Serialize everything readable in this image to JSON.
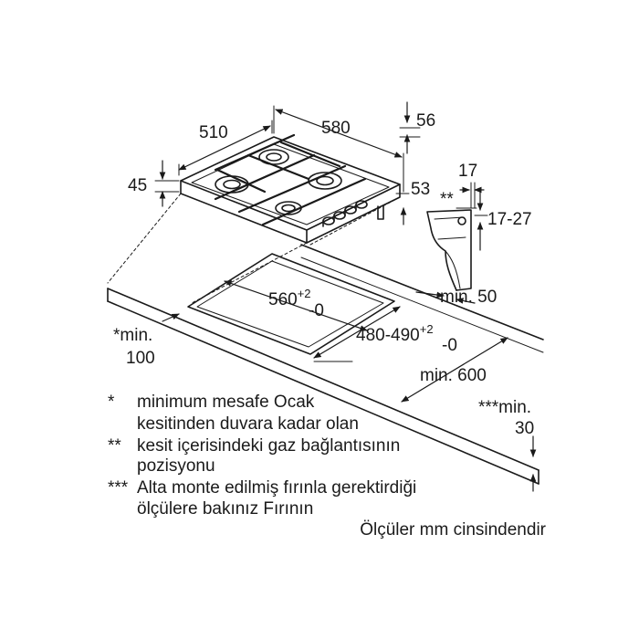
{
  "dimensions": {
    "hob_width": "510",
    "hob_depth": "580",
    "height_56": "56",
    "height_45": "45",
    "height_53": "53",
    "side_17": "17",
    "side_17_27": "17-27",
    "gas_mark": "**",
    "min_50": "min. 50",
    "cutout_width": "560",
    "cutout_width_tol_plus": "+2",
    "cutout_width_tol_minus": "-0",
    "cutout_depth": "480-490",
    "cutout_depth_tol_plus": "+2",
    "cutout_depth_tol_minus": "-0",
    "min_100_label": "*min.",
    "min_100_value": "100",
    "min_600": "min. 600",
    "min_30_label": "***min.",
    "min_30_value": "30"
  },
  "notes": [
    {
      "marker": "*",
      "lines": [
        "minimum mesafe Ocak",
        "kesitinden duvara kadar olan"
      ]
    },
    {
      "marker": "**",
      "lines": [
        "kesit içerisindeki gaz bağlantısının",
        "pozisyonu"
      ]
    },
    {
      "marker": "***",
      "lines": [
        "Alta monte edilmiş fırınla gerektirdiği",
        "ölçülere bakınız Fırının"
      ]
    }
  ],
  "units_note": "Ölçüler mm cinsindendir",
  "colors": {
    "line": "#1a1a1a",
    "background": "#ffffff"
  }
}
